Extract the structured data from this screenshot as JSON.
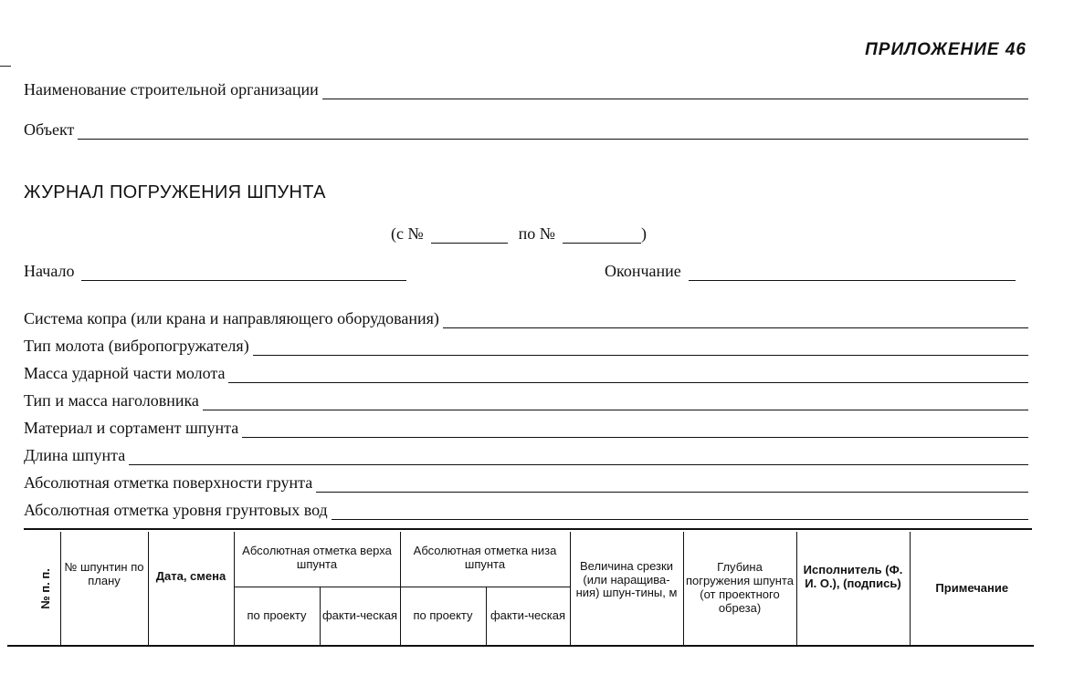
{
  "header": {
    "appendix": "ПРИЛОЖЕНИЕ 46"
  },
  "fields_top": {
    "organization": "Наименование строительной организации",
    "object": "Объект"
  },
  "title": "ЖУРНАЛ ПОГРУЖЕНИЯ ШПУНТА",
  "range": {
    "open": "(с №",
    "to": "по №",
    "close": ")"
  },
  "start_label": "Начало",
  "end_label": "Окончание",
  "fields": [
    "Система  копра (или крана и направляющего оборудования)",
    "Тип молота (вибропогружателя)",
    "Масса ударной части молота",
    "Тип и масса наголовника",
    "Материал и сортамент шпунта",
    "Длина шпунта",
    "Абсолютная отметка поверхности грунта",
    "Абсолютная отметка уровня грунтовых вод"
  ],
  "table": {
    "col_num": "№ п. п.",
    "col_plan": "№ шпунтин по плану",
    "col_date": "Дата, смена",
    "col_top": "Абсолютная отметка верха шпунта",
    "col_bottom": "Абсолютная отметка низа шпунта",
    "col_cut": "Величина срезки (или наращива-ния) шпун-тины, м",
    "col_depth": "Глубина погружения шпунта (от проектного обреза)",
    "col_exec": "Исполнитель (Ф. И. О.), (подпись)",
    "col_note": "Примечание",
    "sub_design": "по проекту",
    "sub_actual": "факти-ческая"
  }
}
